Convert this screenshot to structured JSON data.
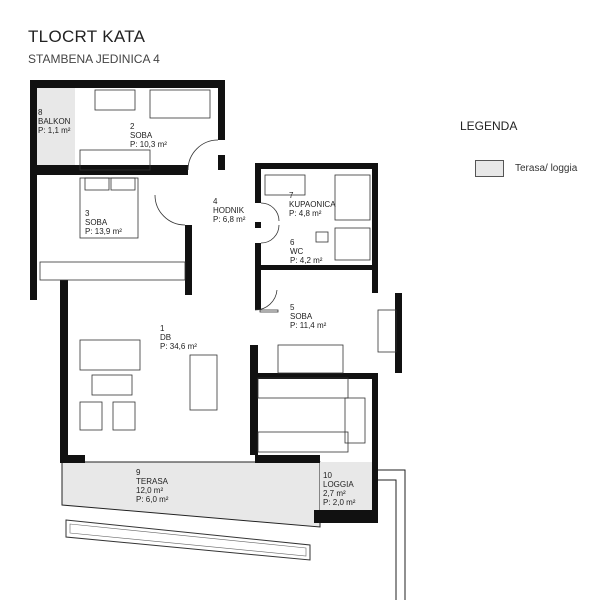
{
  "header": {
    "title": "TLOCRT KATA",
    "subtitle": "STAMBENA JEDINICA 4"
  },
  "legend": {
    "title": "LEGENDA",
    "items": [
      {
        "label": "Terasa/ loggia",
        "color": "#e8e8e8"
      }
    ]
  },
  "rooms": [
    {
      "num": "1",
      "name": "DB",
      "area": "P: 34,6 m²"
    },
    {
      "num": "2",
      "name": "SOBA",
      "area": "P: 10,3 m²"
    },
    {
      "num": "3",
      "name": "SOBA",
      "area": "P: 13,9 m²"
    },
    {
      "num": "4",
      "name": "HODNIK",
      "area": "P: 6,8 m²"
    },
    {
      "num": "5",
      "name": "SOBA",
      "area": "P: 11,4 m²"
    },
    {
      "num": "6",
      "name": "WC",
      "area": "P: 4,2 m²"
    },
    {
      "num": "7",
      "name": "KUPAONICA",
      "area": "P: 4,8 m²"
    },
    {
      "num": "8",
      "name": "BALKON",
      "area": "P: 1,1 m²"
    },
    {
      "num": "9",
      "name": "TERASA",
      "gross": "12,0 m²",
      "area": "P: 6,0 m²"
    },
    {
      "num": "10",
      "name": "LOGGIA",
      "gross": "2,7 m²",
      "area": "P: 2,0 m²"
    }
  ]
}
